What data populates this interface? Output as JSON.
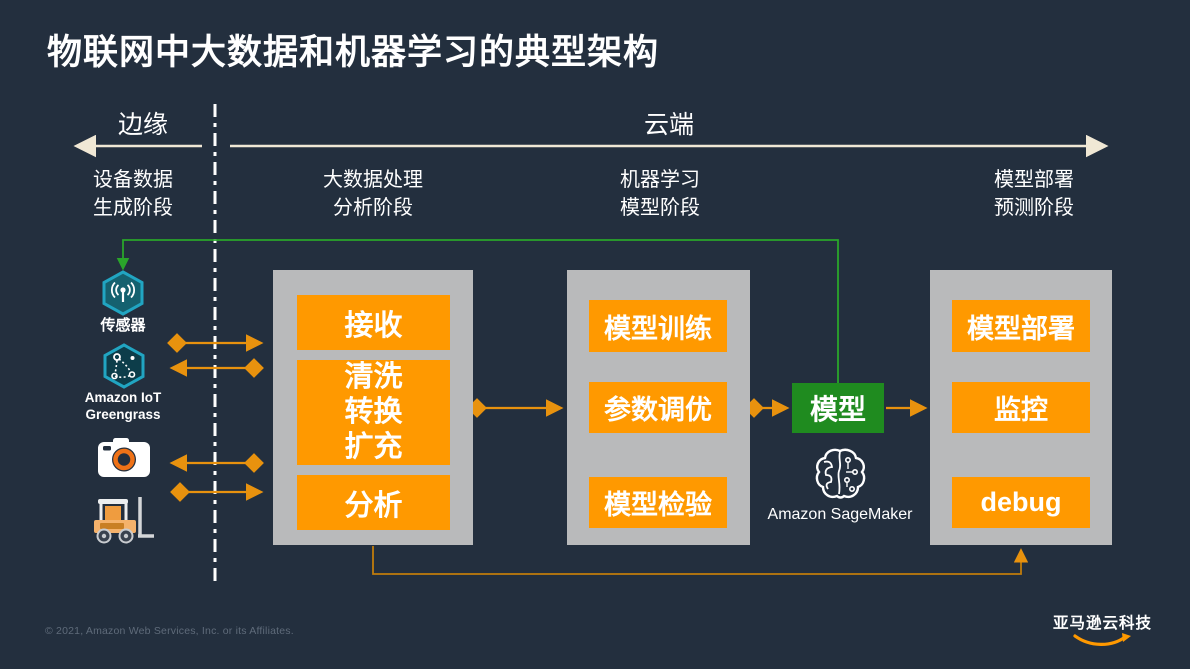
{
  "title": "物联网中大数据和机器学习的典型架构",
  "regions": {
    "edge": "边缘",
    "cloud": "云端"
  },
  "stages": [
    {
      "line1": "设备数据",
      "line2": "生成阶段"
    },
    {
      "line1": "大数据处理",
      "line2": "分析阶段"
    },
    {
      "line1": "机器学习",
      "line2": "模型阶段"
    },
    {
      "line1": "模型部署",
      "line2": "预测阶段"
    }
  ],
  "edge_devices": {
    "sensor": {
      "label": "传感器",
      "icon": "sensor-hexagon-icon"
    },
    "greengrass": {
      "label_line1": "Amazon IoT",
      "label_line2": "Greengrass",
      "icon": "greengrass-hexagon-icon"
    },
    "camera": {
      "icon": "camera-icon"
    },
    "forklift": {
      "icon": "forklift-icon"
    }
  },
  "pipelines": [
    {
      "name": "big-data-processing",
      "steps": [
        {
          "lines": [
            "接收"
          ]
        },
        {
          "lines": [
            "清洗",
            "转换",
            "扩充"
          ]
        },
        {
          "lines": [
            "分析"
          ]
        }
      ]
    },
    {
      "name": "machine-learning",
      "steps": [
        {
          "lines": [
            "模型训练"
          ]
        },
        {
          "lines": [
            "参数调优"
          ]
        },
        {
          "lines": [
            "模型检验"
          ]
        }
      ]
    },
    {
      "name": "deployment",
      "steps": [
        {
          "lines": [
            "模型部署"
          ]
        },
        {
          "lines": [
            "监控"
          ]
        },
        {
          "lines": [
            "debug"
          ]
        }
      ]
    }
  ],
  "model": {
    "label": "模型"
  },
  "sagemaker": {
    "label": "Amazon SageMaker",
    "icon": "sagemaker-brain-icon"
  },
  "footer": {
    "copyright": "© 2021, Amazon Web Services, Inc. or its Affiliates.",
    "brand": "亚马逊云科技",
    "brand_icon": "amazon-smile-icon"
  },
  "colors": {
    "background": "#232f3e",
    "panel_gray": "#b9babb",
    "step_orange": "#ff9900",
    "arrow_orange": "#e8920e",
    "return_line_orange": "#c07c0b",
    "model_green": "#1f8b1f",
    "feedback_line_green": "#2aa52a",
    "hexagon_teal_border": "#21a5c2",
    "sensor_hex_fill": "#15616f",
    "greengrass_hex_fill": "#0d3d4a",
    "region_arrow_cream": "#f0e8d5",
    "text_white": "#ffffff",
    "copyright_gray": "#5f6b7a"
  }
}
